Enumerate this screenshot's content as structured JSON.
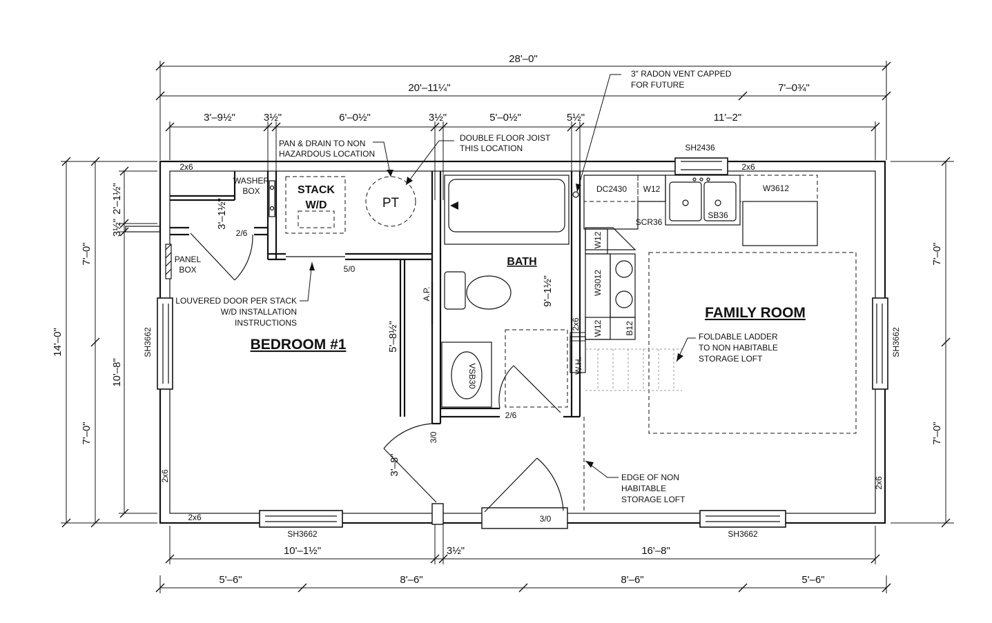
{
  "dims": {
    "overall_width": "28'–0\"",
    "left_block": "20'–11¼\"",
    "right_block": "7'–0¾\"",
    "d1": "3'–9½\"",
    "d2": "3½\"",
    "d3": "6'–0½\"",
    "d4": "3½\"",
    "d5": "5'–0½\"",
    "d6": "5½\"",
    "d7": "11'–2\"",
    "bottom_left": "10'–1½\"",
    "bottom_mid": "3½\"",
    "bottom_right": "16'–8\"",
    "b1": "5'–6\"",
    "b2": "8'–6\"",
    "b3": "8'–6\"",
    "b4": "5'–6\"",
    "overall_depth": "14'–0\"",
    "left_upper": "7'–0\"",
    "left_lower": "7'–0\"",
    "right_upper": "7'–0\"",
    "right_lower": "7'–0\"",
    "left_inner": "10'–8\"",
    "l_a": "2'–1½\"",
    "l_b": "3½\"",
    "bath_height": "9'–1½\"",
    "bed_inner": "5'–8½\"",
    "door_dim": "3'–8\"",
    "laundry_h": "3'–1½\""
  },
  "rooms": {
    "bedroom": "BEDROOM #1",
    "bath": "BATH",
    "family": "FAMILY ROOM",
    "stack_line1": "STACK",
    "stack_line2": "W/D"
  },
  "labels": {
    "pt": "PT",
    "washer_box_1": "WASHER",
    "washer_box_2": "BOX",
    "panel_box_1": "PANEL",
    "panel_box_2": "BOX",
    "ap": "A.P.",
    "wh": "W.H.",
    "vsb": "VSB30",
    "dc": "DC2430",
    "w12a": "W12",
    "w12b": "W12",
    "w12c": "W12",
    "scr": "SCR36",
    "w3012": "W3012",
    "b12": "B12",
    "sb36": "SB36",
    "w3612": "W3612",
    "sh2436": "SH2436",
    "sh3662_left": "SH3662",
    "sh3662_right": "SH3662",
    "sh3662_bl": "SH3662",
    "sh3662_br": "SH3662",
    "twobysix_tl": "2x6",
    "twobysix_tr": "2x6",
    "twobysix_bl": "2x6",
    "twobysix_lv": "2x6",
    "twobysix_rv": "2x6",
    "twobysix_wh": "2x6",
    "door_26a": "2/6",
    "door_26b": "2/6",
    "door_50": "5/0",
    "door_30a": "3/0",
    "door_30b": "3/0"
  },
  "notes": {
    "pan_1": "PAN & DRAIN TO NON",
    "pan_2": "HAZARDOUS LOCATION",
    "joist_1": "DOUBLE FLOOR JOIST",
    "joist_2": "THIS LOCATION",
    "radon_1": "3\" RADON VENT CAPPED",
    "radon_2": "FOR FUTURE",
    "louver_1": "LOUVERED DOOR PER STACK",
    "louver_2": "W/D INSTALLATION",
    "louver_3": "INSTRUCTIONS",
    "ladder_1": "FOLDABLE LADDER",
    "ladder_2": "TO NON HABITABLE",
    "ladder_3": "STORAGE LOFT",
    "edge_1": "EDGE OF NON",
    "edge_2": "HABITABLE",
    "edge_3": "STORAGE LOFT"
  }
}
